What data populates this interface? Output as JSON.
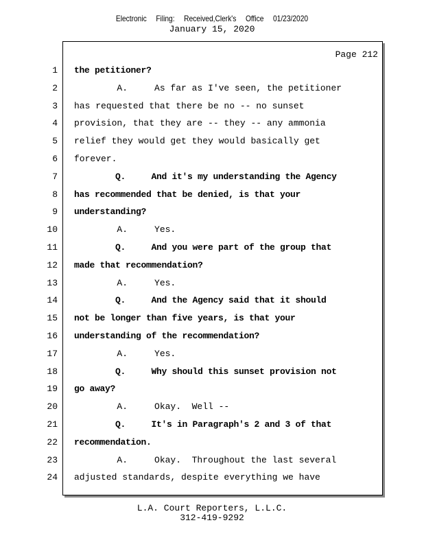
{
  "header": {
    "filing": [
      "Electronic",
      "Filing:",
      "Received,Clerk's",
      "Office",
      "01/23/2020"
    ],
    "date": "January 15, 2020"
  },
  "page_label": "Page 212",
  "lines": [
    {
      "n": "1",
      "t": "the petitioner?",
      "b": true
    },
    {
      "n": "2",
      "t": "        A.     As far as I've seen, the petitioner",
      "b": false
    },
    {
      "n": "3",
      "t": "has requested that there be no -- no sunset",
      "b": false
    },
    {
      "n": "4",
      "t": "provision, that they are -- they -- any ammonia",
      "b": false
    },
    {
      "n": "5",
      "t": "relief they would get they would basically get",
      "b": false
    },
    {
      "n": "6",
      "t": "forever.",
      "b": false
    },
    {
      "n": "7",
      "t": "        Q.     And it's my understanding the Agency",
      "b": true
    },
    {
      "n": "8",
      "t": "has recommended that be denied, is that your",
      "b": true
    },
    {
      "n": "9",
      "t": "understanding?",
      "b": true
    },
    {
      "n": "10",
      "t": "        A.     Yes.",
      "b": false
    },
    {
      "n": "11",
      "t": "        Q.     And you were part of the group that",
      "b": true
    },
    {
      "n": "12",
      "t": "made that recommendation?",
      "b": true
    },
    {
      "n": "13",
      "t": "        A.     Yes.",
      "b": false
    },
    {
      "n": "14",
      "t": "        Q.     And the Agency said that it should",
      "b": true
    },
    {
      "n": "15",
      "t": "not be longer than five years, is that your",
      "b": true
    },
    {
      "n": "16",
      "t": "understanding of the recommendation?",
      "b": true
    },
    {
      "n": "17",
      "t": "        A.     Yes.",
      "b": false
    },
    {
      "n": "18",
      "t": "        Q.     Why should this sunset provision not",
      "b": true
    },
    {
      "n": "19",
      "t": "go away?",
      "b": true
    },
    {
      "n": "20",
      "t": "        A.     Okay.  Well --",
      "b": false
    },
    {
      "n": "21",
      "t": "        Q.     It's in Paragraph's 2 and 3 of that",
      "b": true
    },
    {
      "n": "22",
      "t": "recommendation.",
      "b": true
    },
    {
      "n": "23",
      "t": "        A.     Okay.  Throughout the last several",
      "b": false
    },
    {
      "n": "24",
      "t": "adjusted standards, despite everything we have",
      "b": false
    }
  ],
  "footer": {
    "company": "L.A. Court Reporters, L.L.C.",
    "phone": "312-419-9292"
  }
}
